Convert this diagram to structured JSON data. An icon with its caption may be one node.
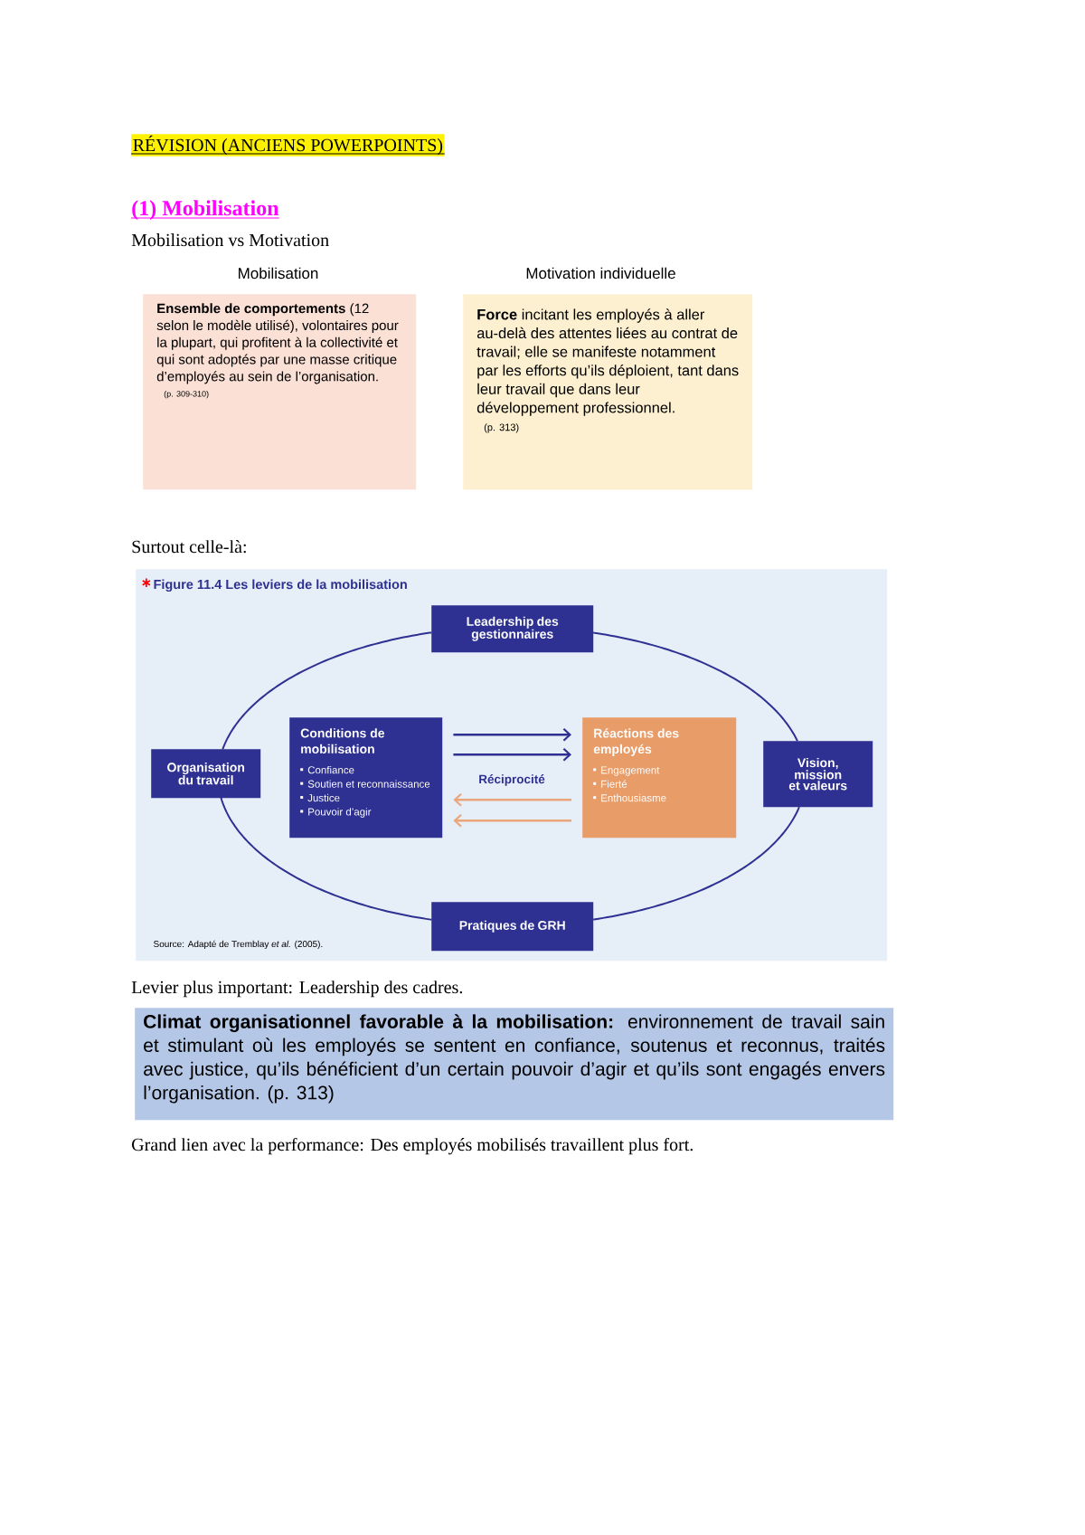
{
  "diagram": {
    "title": "RÉVISION (ANCIENS POWERPOINTS)",
    "nodes": [
      {
        "text": [
          "Mobilisation",
          "**Ensemble de comportements** (12 selon le modèle utilisé), volontaires pour la plupart, qui profitent à la collectivité et qui sont adoptés par une masse critique d’employés au sein de l’organisation.",
          "(p. 309-310)"
        ]
      },
      {
        "text": [
          "Motivation individuelle",
          "**Force** incitant les employés à aller au-delà des attentes liées au contrat de travail; elle se manifeste notamment par les efforts qu’ils déploient, tant dans leur travail que dans leur développement professionnel.",
          "(p. 313)"
        ]
      },
      {
        "text": [
          "∗",
          "Figure 11.4 Les leviers de la mobilisation",
          "Source: Adapté de Tremblay *et al.* (2005)."
        ]
      },
      {
        "text": [
          "Leadership des gestionnaires"
        ],
        "in": 2
      },
      {
        "text": [
          "Organisation du travail"
        ],
        "in": 2
      },
      {
        "text": [
          "Conditions de mobilisation",
          "Confiance",
          "Soutien et reconnaissance",
          "Justice",
          "Pouvoir d’agir"
        ],
        "in": 2
      },
      {
        "text": [
          "Réactions des employés",
          "Engagement",
          "Fierté",
          "Enthousiasme"
        ],
        "in": 2
      },
      {
        "text": [
          "Vision, mission et valeurs"
        ],
        "in": 2
      },
      {
        "text": [
          "Pratiques de GRH"
        ],
        "in": 2
      },
      {
        "text": [
          "**Climat organisationnel favorable à la mobilisation:** environnement de travail sain et stimulant où les employés se sentent en confiance, soutenus et reconnus, traités avec justice, qu’ils bénéficient d’un certain pouvoir d’agir et qu’ils sont engagés envers l’organisation. (p. 313)"
        ]
      }
    ],
    "edges": [
      {
        "from": 3,
        "to": 7,
        "arrow": "none"
      },
      {
        "from": 7,
        "to": 8,
        "arrow": "none"
      },
      {
        "from": 8,
        "to": 4,
        "arrow": "none"
      },
      {
        "from": 4,
        "to": 3,
        "arrow": "none"
      },
      {
        "from": 5,
        "to": 6,
        "arrow": "to"
      },
      {
        "from": 5,
        "to": 6,
        "arrow": "to"
      },
      {
        "from": 6,
        "to": 5,
        "arrow": "to",
        "color": "#eba57a"
      },
      {
        "from": 6,
        "to": 5,
        "arrow": "to",
        "color": "#eba57a"
      }
    ],
    "labels": [
      "(1) Mobilisation",
      "Mobilisation vs Motivation",
      "Surtout celle-là:",
      "Réciprocité",
      "Levier plus important: Leadership des cadres.",
      "Grand lien avec la performance: Des employés mobilisés travaillent plus fort."
    ]
  }
}
